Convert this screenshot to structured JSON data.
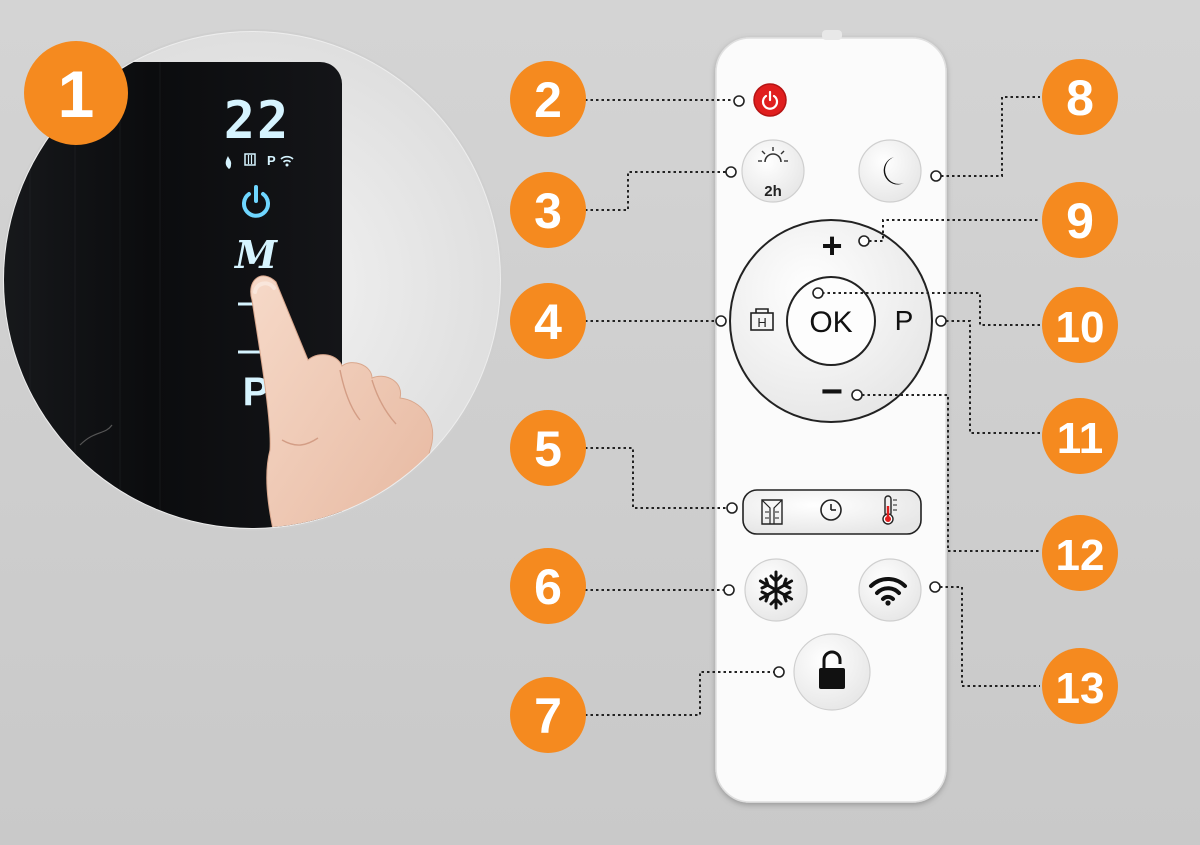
{
  "colors": {
    "badge": "#f58a1f",
    "power_red": "#e01e1e",
    "panel_black": "#0d0e10",
    "panel_glow": "#d6f4ff",
    "remote_white": "#fbfbfb",
    "background": "#cccccc"
  },
  "panel": {
    "display": "22",
    "mode_label": "M",
    "program_label": "P",
    "status_p": "P"
  },
  "remote": {
    "timer_label": "2h",
    "plus_label": "+",
    "ok_label": "OK",
    "p_label": "P",
    "minus_label": "−",
    "h_label": "H"
  },
  "badges": [
    "1",
    "2",
    "3",
    "4",
    "5",
    "6",
    "7",
    "8",
    "9",
    "10",
    "11",
    "12",
    "13"
  ],
  "icons": {
    "panel": [
      "flame-icon",
      "heater-icon",
      "wifi-icon",
      "power-icon",
      "finger-hand-icon"
    ],
    "remote": [
      "power-icon",
      "sun-icon",
      "moon-icon",
      "h-window-icon",
      "curtain-icon",
      "clock-icon",
      "thermometer-icon",
      "snowflake-icon",
      "wifi-icon",
      "lock-icon"
    ]
  }
}
